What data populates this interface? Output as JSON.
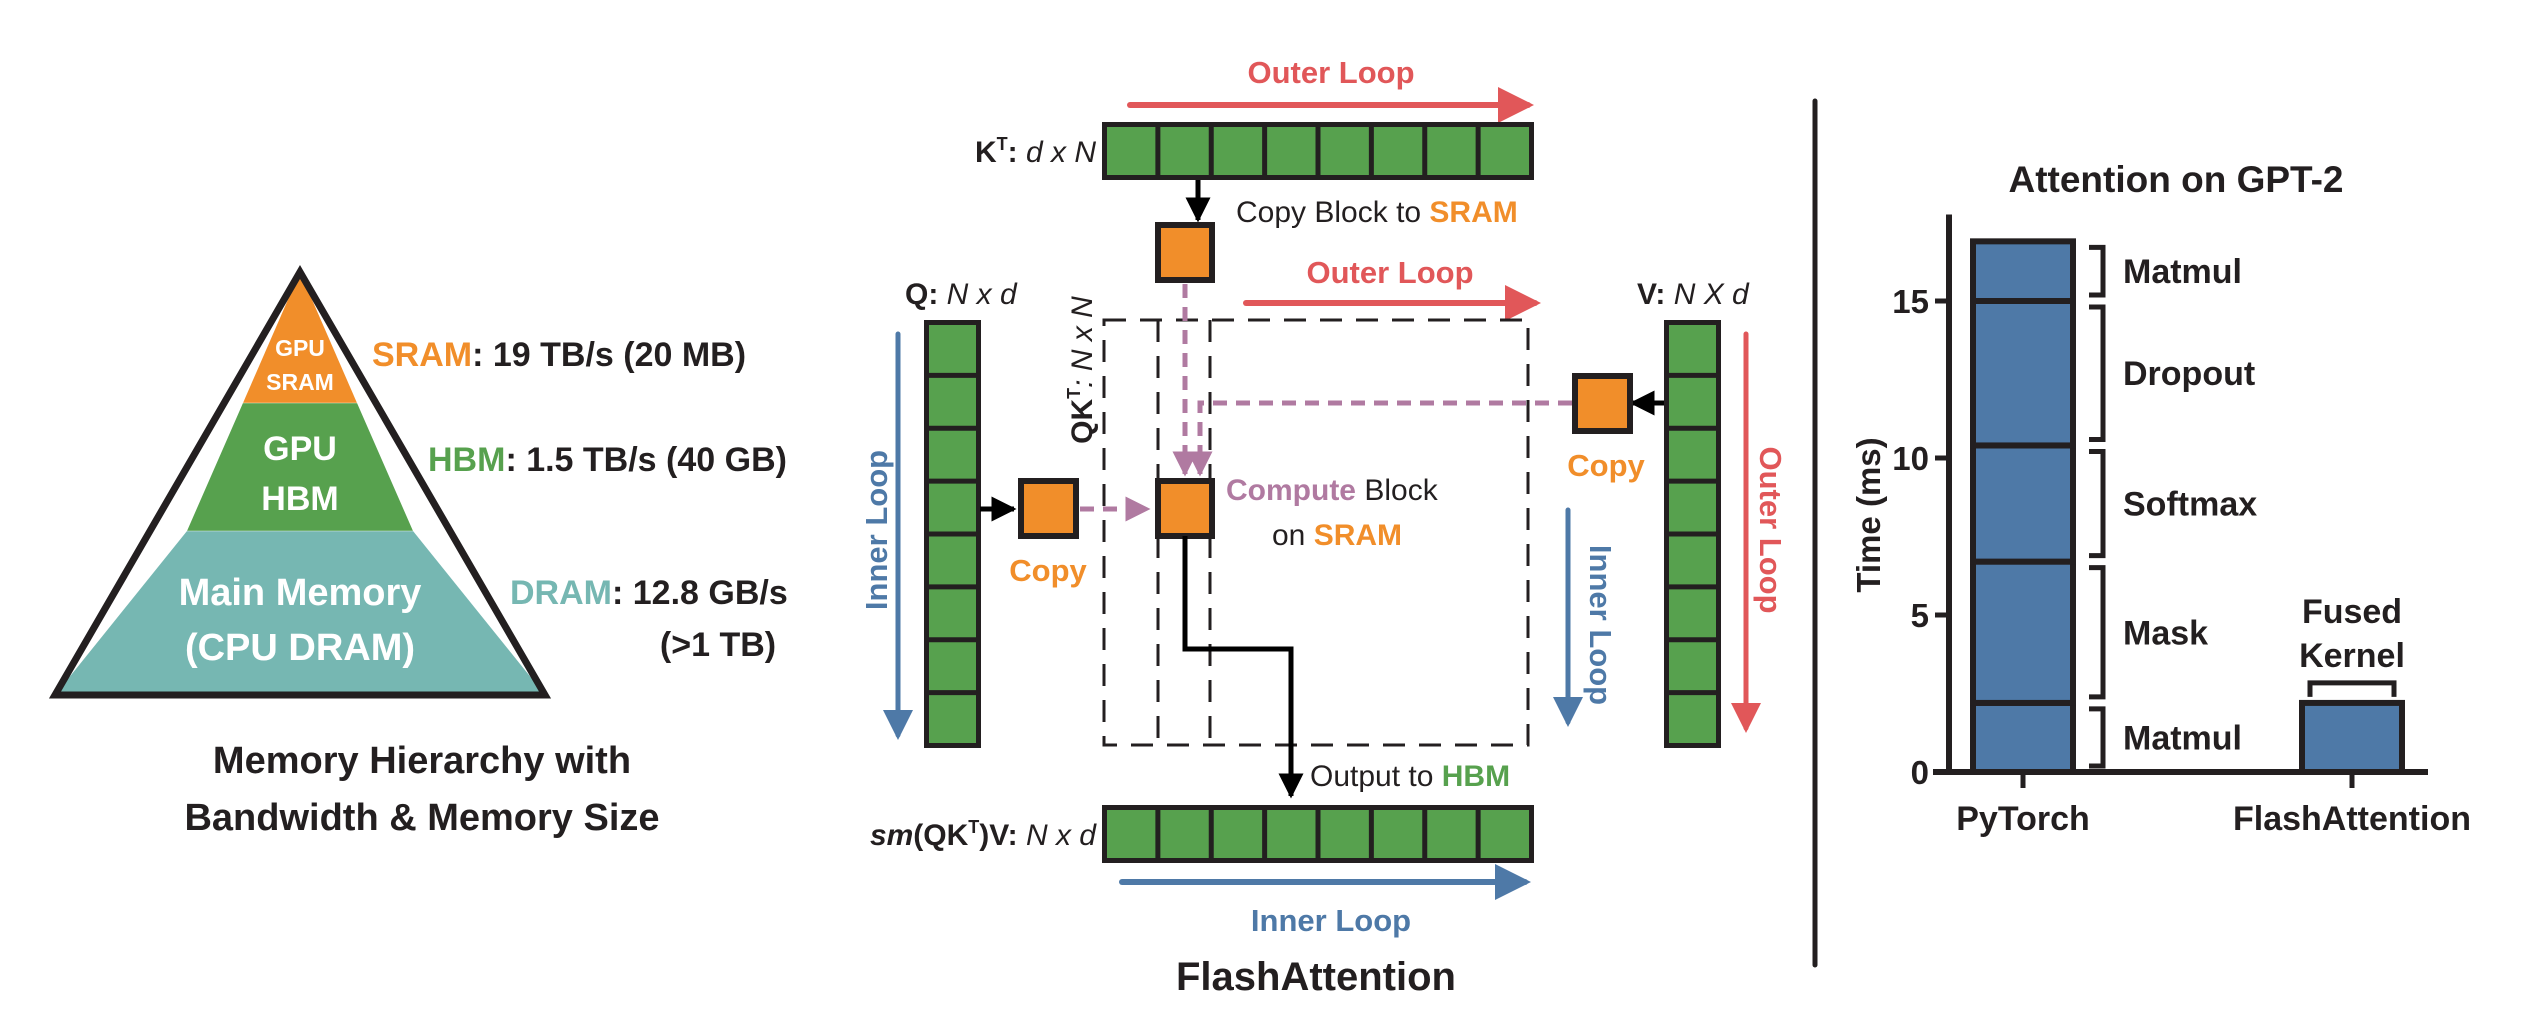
{
  "colors": {
    "orange": "#F18E2A",
    "green": "#57A14E",
    "teal": "#76B7B2",
    "blue": "#4E79A7",
    "red": "#E15759",
    "purple": "#B07AA1",
    "ink": "#231F20"
  },
  "memory_hierarchy": {
    "levels": [
      {
        "name": "sram",
        "pyramid_label": [
          "GPU",
          "SRAM"
        ],
        "key": "SRAM",
        "spec": ": 19 TB/s (20 MB)",
        "spec_line2": ""
      },
      {
        "name": "hbm",
        "pyramid_label": [
          "GPU",
          "HBM"
        ],
        "key": "HBM",
        "spec": ": 1.5 TB/s (40 GB)",
        "spec_line2": ""
      },
      {
        "name": "dram",
        "pyramid_label": [
          "Main Memory",
          "(CPU DRAM)"
        ],
        "key": "DRAM",
        "spec": ": 12.8 GB/s",
        "spec_line2": "(>1 TB)"
      }
    ],
    "caption": [
      "Memory Hierarchy with",
      "Bandwidth & Memory Size"
    ]
  },
  "flash": {
    "title": "FlashAttention",
    "outer_loop_top": "Outer Loop",
    "outer_loop_mid": "Outer Loop",
    "outer_loop_right": "Outer Loop",
    "inner_loop_left": "Inner Loop",
    "inner_loop_right": "Inner Loop",
    "inner_loop_bottom": "Inner Loop",
    "kt_label": {
      "bold": "K",
      "sup": "T",
      "colon": ":",
      "dims": " d x N"
    },
    "q_label": {
      "bold": "Q:",
      "dims": " N x d"
    },
    "v_label": {
      "bold": "V:",
      "dims": " N X d"
    },
    "qkt_label": {
      "bold": "QK",
      "sup": "T",
      "rest": ": N x N"
    },
    "out_label": {
      "sm": "sm",
      "mid": "(QK",
      "sup": "T",
      "rest": ")V:",
      "dims": " N x d"
    },
    "copy_block_text": "Copy Block to ",
    "copy_block_sram": "SRAM",
    "copy_left": "Copy",
    "copy_right": "Copy",
    "compute_word": "Compute",
    "compute_rest": " Block",
    "compute_on": "on ",
    "compute_sram": "SRAM",
    "output_text": "Output to ",
    "output_hbm": "HBM",
    "blocks_per_bar": 8
  },
  "chart_data": {
    "type": "bar",
    "stacked": true,
    "title": "Attention on GPT-2",
    "xlabel": "",
    "ylabel": "Time (ms)",
    "ylim": [
      0,
      17.5
    ],
    "yticks": [
      0,
      5,
      10,
      15
    ],
    "categories": [
      "PyTorch",
      "FlashAttention"
    ],
    "series": [
      {
        "category": "PyTorch",
        "segments": [
          {
            "name": "Matmul",
            "value": 2.2
          },
          {
            "name": "Mask",
            "value": 4.5
          },
          {
            "name": "Softmax",
            "value": 3.7
          },
          {
            "name": "Dropout",
            "value": 4.6
          },
          {
            "name": "Matmul",
            "value": 1.9
          }
        ]
      },
      {
        "category": "FlashAttention",
        "segments": [
          {
            "name": "Fused Kernel",
            "value": 2.2
          }
        ]
      }
    ],
    "annotations": [
      "Matmul",
      "Dropout",
      "Softmax",
      "Mask",
      "Matmul"
    ],
    "fused_annotation": [
      "Fused",
      "Kernel"
    ],
    "bar_color": "#4E79A7",
    "grid": false,
    "legend": "none"
  }
}
